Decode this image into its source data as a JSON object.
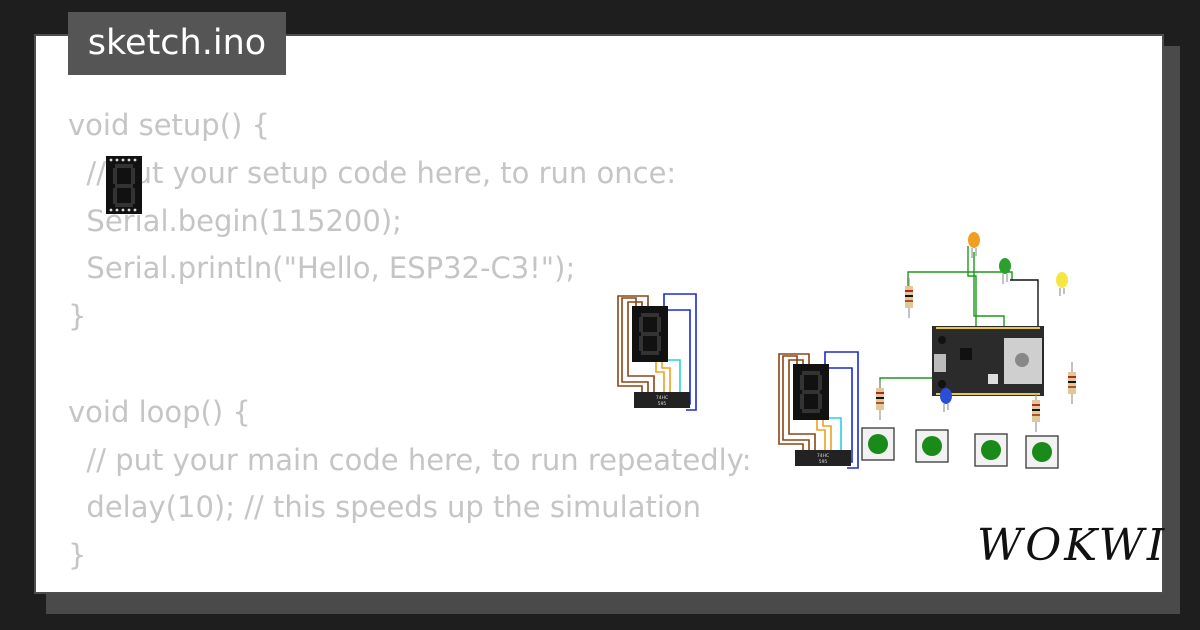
{
  "tab": {
    "filename": "sketch.ino"
  },
  "code_lines": [
    "void setup() {",
    "  // put your setup code here, to run once:",
    "  Serial.begin(115200);",
    "  Serial.println(\"Hello, ESP32-C3!\");",
    "}",
    "",
    "void loop() {",
    "  // put your main code here, to run repeatedly:",
    "  delay(10); // this speeds up the simulation",
    "}"
  ],
  "brand": {
    "logo_text": "WOKWI"
  },
  "chips": {
    "shift_register_line1": "74HC",
    "shift_register_line2": "595"
  },
  "colors": {
    "background": "#1e1e1e",
    "tab_bg": "#555555",
    "code_text": "#c5c5c5",
    "led_orange": "#f0a020",
    "led_green": "#2ca02c",
    "led_yellow": "#f5e642",
    "led_blue": "#2a4fd6",
    "button_green": "#1a8a1a",
    "wire_blue": "#1a2ad0",
    "wire_brown": "#8b4513",
    "wire_orange": "#f0a020",
    "wire_cyan": "#2ad0e0",
    "wire_green": "#1a9a1a"
  },
  "icons": [
    "seven-segment-display-icon",
    "esp32-c3-board-icon",
    "led-icon",
    "resistor-icon",
    "pushbutton-icon",
    "shift-register-chip-icon"
  ]
}
